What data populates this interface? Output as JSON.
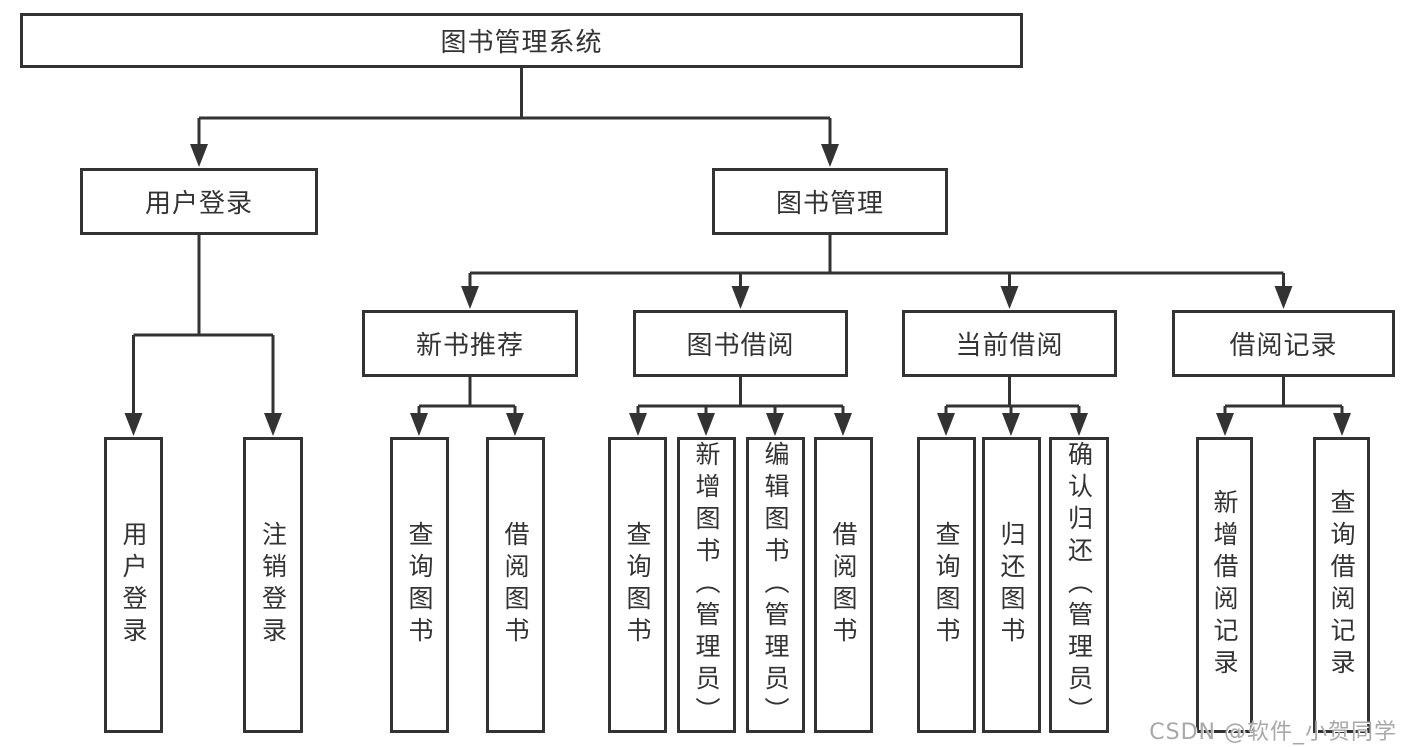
{
  "diagram": {
    "watermark": "CSDN @软件_小贺同学",
    "colors": {
      "line": "#333333",
      "text": "#333333",
      "watermark": "#a8a8a8",
      "background": "#ffffff"
    },
    "tree": {
      "label": "图书管理系统",
      "children": [
        {
          "label": "用户登录",
          "children": [
            {
              "label": "用户登录"
            },
            {
              "label": "注销登录"
            }
          ]
        },
        {
          "label": "图书管理",
          "children": [
            {
              "label": "新书推荐",
              "children": [
                {
                  "label": "查询图书"
                },
                {
                  "label": "借阅图书"
                }
              ]
            },
            {
              "label": "图书借阅",
              "children": [
                {
                  "label": "查询图书"
                },
                {
                  "label": "新增图书（管理员）"
                },
                {
                  "label": "编辑图书（管理员）"
                },
                {
                  "label": "借阅图书"
                }
              ]
            },
            {
              "label": "当前借阅",
              "children": [
                {
                  "label": "查询图书"
                },
                {
                  "label": "归还图书"
                },
                {
                  "label": "确认归还（管理员）"
                }
              ]
            },
            {
              "label": "借阅记录",
              "children": [
                {
                  "label": "新增借阅记录"
                },
                {
                  "label": "查询借阅记录"
                }
              ]
            }
          ]
        }
      ]
    }
  }
}
